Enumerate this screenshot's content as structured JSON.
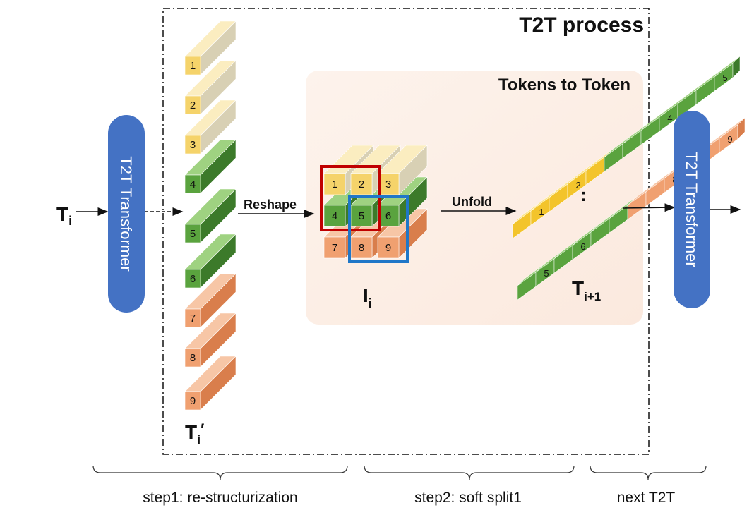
{
  "process_title": "T2T process",
  "inner_title": "Tokens to Token",
  "input_label": {
    "main": "T",
    "sub": "i"
  },
  "left_block": "T2T Transformer",
  "right_block": "T2T Transformer",
  "reshape_label": "Reshape",
  "unfold_label": "Unfold",
  "column_label": {
    "main": "T",
    "sub": "i",
    "prime": "′"
  },
  "grid_label": {
    "main": "I",
    "sub": "i"
  },
  "output_label": {
    "main": "T",
    "sub": "i+1"
  },
  "dots": ":",
  "column_tokens": [
    "1",
    "2",
    "3",
    "4",
    "5",
    "6",
    "7",
    "8",
    "9"
  ],
  "grid_tokens": [
    "1",
    "2",
    "3",
    "4",
    "5",
    "6",
    "7",
    "8",
    "9"
  ],
  "unfold_top_tokens": [
    "1",
    "2",
    "4",
    "5"
  ],
  "unfold_bottom_tokens": [
    "5",
    "6",
    "8",
    "9"
  ],
  "steps": {
    "step1": "step1: re-structurization",
    "step2": "step2: soft split1",
    "step3": "next T2T"
  },
  "colors": {
    "yellow": "#f5d36a",
    "green": "#5aa33e",
    "orange": "#f0a070",
    "transformer": "#4472c4",
    "red_box": "#c00000",
    "blue_box": "#1f77c8",
    "panel": "#fdf0e8"
  }
}
